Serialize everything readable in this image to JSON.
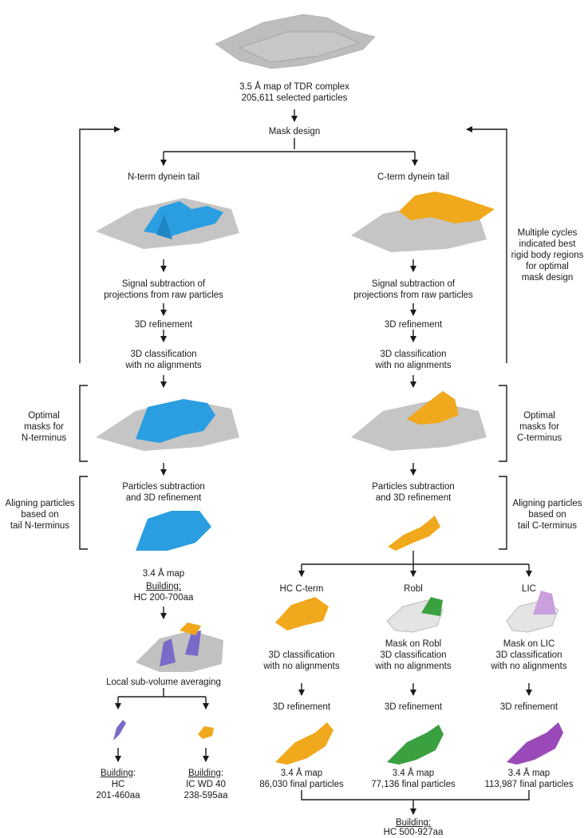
{
  "top": {
    "line1": "3.5 Å map of TDR complex",
    "line2": "205,611 selected particles"
  },
  "mask_design": "Mask design",
  "left": {
    "title": "N-term dynein tail",
    "signal1": "Signal subtraction of",
    "signal2": "projections from raw particles",
    "refine": "3D refinement",
    "class1": "3D classification",
    "class2": "with no alignments",
    "optimal1": "Optimal",
    "optimal2": "masks for",
    "optimal3": "N-terminus",
    "partsub1": "Particles subtraction",
    "partsub2": "and 3D refinement",
    "align1": "Aligning particles",
    "align2": "based on",
    "align3": "tail N-terminus",
    "map": "3.4 Å map",
    "building": "Building:",
    "building_val": "HC 200-700aa",
    "local": "Local sub-volume averaging",
    "b1_label": "Building",
    "b1_colon": ":",
    "b1_l1": "HC",
    "b1_l2": "201-460aa",
    "b2_label": "Building",
    "b2_colon": ":",
    "b2_l1": "IC WD 40",
    "b2_l2": "238-595aa"
  },
  "right": {
    "title": "C-term dynein tail",
    "multi1": "Multiple cycles",
    "multi2": "indicated best",
    "multi3": "rigid body regions",
    "multi4": "for optimal",
    "multi5": "mask design",
    "signal1": "Signal subtraction of",
    "signal2": "projections from raw particles",
    "refine": "3D refinement",
    "class1": "3D classification",
    "class2": "with no alignments",
    "optimal1": "Optimal",
    "optimal2": "masks for",
    "optimal3": "C-terminus",
    "partsub1": "Particles subtraction",
    "partsub2": "and 3D refinement",
    "align1": "Aligning particles",
    "align2": "based on",
    "align3": "tail C-terminus"
  },
  "branches": [
    {
      "title": "HC C-term",
      "d1": "",
      "d2": "3D classification",
      "d3": "with no alignments",
      "refine": "3D refinement",
      "map": "3.4 Å map",
      "particles": "86,030 final particles",
      "color": "#f0a81c"
    },
    {
      "title": "Robl",
      "d1": "Mask on Robl",
      "d2": "3D classification",
      "d3": "with no alignments",
      "refine": "3D refinement",
      "map": "3.4 Å map",
      "particles": "77,136 final particles",
      "color": "#3aa040"
    },
    {
      "title": "LIC",
      "d1": "Mask on LIC",
      "d2": "3D classification",
      "d3": "with no alignments",
      "refine": "3D refinement",
      "map": "3.4 Å map",
      "particles": "113,987 final particles",
      "color": "#9a4ab8"
    }
  ],
  "final": {
    "label": "Building:",
    "value": "HC 500-927aa"
  },
  "colors": {
    "n_term": "#2a9ee0",
    "c_term": "#f0a81c",
    "density": "#a8a8a8",
    "hc": "#7a6ac8"
  }
}
